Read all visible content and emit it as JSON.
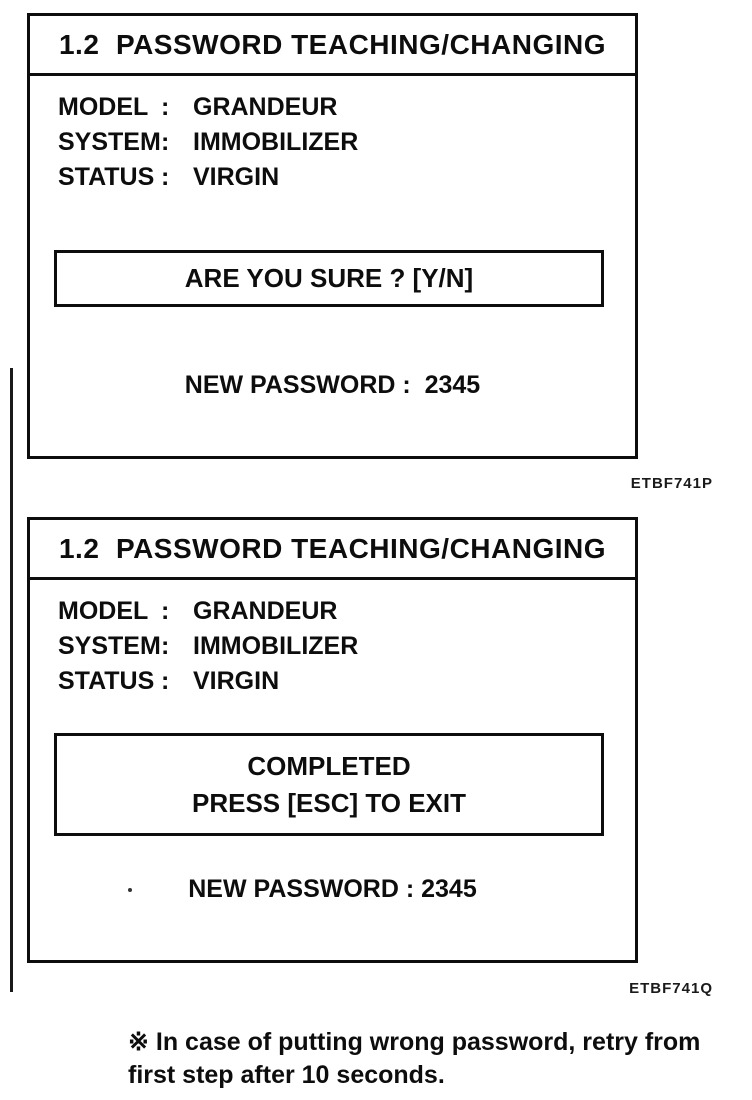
{
  "screens": [
    {
      "title": "1.2  PASSWORD TEACHING/CHANGING",
      "rows": [
        {
          "label": "MODEL",
          "sep": ":",
          "value": "GRANDEUR"
        },
        {
          "label": "SYSTEM",
          "sep": ":",
          "value": "IMMOBILIZER"
        },
        {
          "label": "STATUS",
          "sep": ":",
          "value": "VIRGIN"
        }
      ],
      "message": [
        "ARE YOU SURE ? [Y/N]"
      ],
      "password_line": "NEW PASSWORD :  2345",
      "figure_code": "ETBF741P"
    },
    {
      "title": "1.2  PASSWORD TEACHING/CHANGING",
      "rows": [
        {
          "label": "MODEL",
          "sep": ":",
          "value": "GRANDEUR"
        },
        {
          "label": "SYSTEM",
          "sep": ":",
          "value": "IMMOBILIZER"
        },
        {
          "label": "STATUS",
          "sep": ":",
          "value": "VIRGIN"
        }
      ],
      "message": [
        "COMPLETED",
        "PRESS [ESC] TO EXIT"
      ],
      "password_line": "NEW PASSWORD : 2345",
      "figure_code": "ETBF741Q"
    }
  ],
  "note": {
    "line1": "※ In case of putting wrong password, retry from",
    "line2": "first step after 10 seconds."
  },
  "colors": {
    "ink": "#0d0d0d",
    "paper": "#ffffff"
  }
}
